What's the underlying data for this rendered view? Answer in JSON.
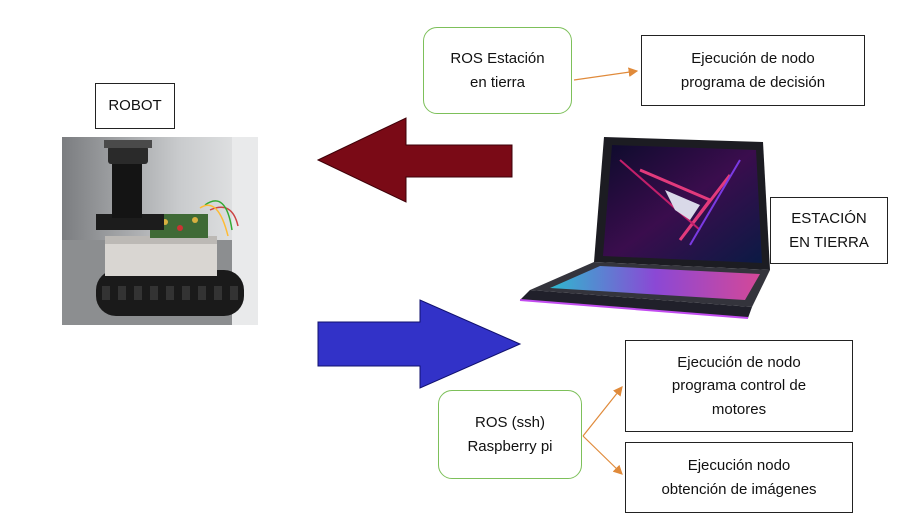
{
  "robot_label": "ROBOT",
  "ground_station_label": "ESTACIÓN\nEN TIERRA",
  "ros_ground_station": "ROS Estación\nen tierra",
  "decision_node": "Ejecución de nodo\nprograma de decisión",
  "ros_ssh": "ROS  (ssh)\nRaspberry pi",
  "motor_node": "Ejecución de nodo\nprograma control de\nmotores",
  "image_node": "Ejecución nodo\nobtención de imágenes",
  "colors": {
    "left_arrow": "#7a0a16",
    "right_arrow": "#3232c8",
    "connector": "#e08a3a",
    "rounded_border": "#7dc05a"
  }
}
